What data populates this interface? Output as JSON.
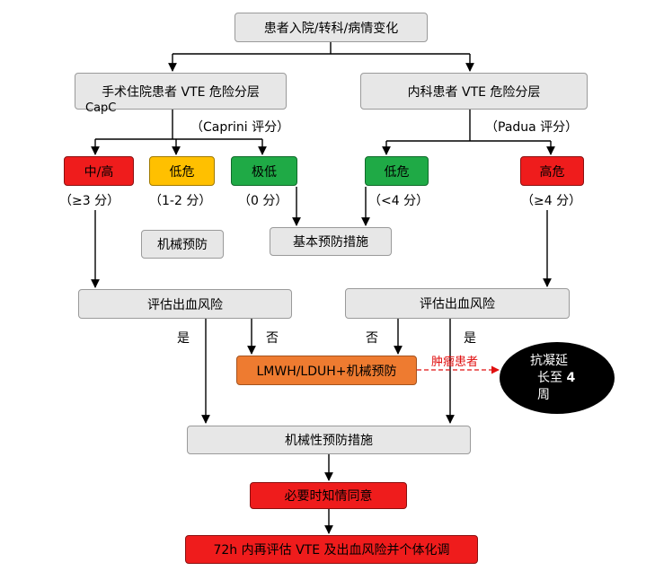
{
  "nodes": {
    "start": "患者入院/转科/病情变化",
    "surgical": "手术住院患者 VTE 危险分层",
    "capc": "CapC",
    "medical": "内科患者 VTE 危险分层",
    "caprini": "（Caprini 评分）",
    "padua": "（Padua 评分）",
    "mid_high": "中/高",
    "low_risk_s": "低危",
    "very_low": "极低",
    "low_risk_m": "低危",
    "high_risk": "高危",
    "score_ge3": "（≥3 分）",
    "score_1_2": "（1-2 分）",
    "score_0": "（0 分）",
    "score_lt4": "（<4 分）",
    "score_ge4": "（≥4 分）",
    "mech_prev": "机械预防",
    "basic_prev": "基本预防措施",
    "bleed_left": "评估出血风险",
    "bleed_right": "评估出血风险",
    "yes_left": "是",
    "no_left": "否",
    "no_right": "否",
    "yes_right": "是",
    "lmwh": "LMWH/LDUH+机械预防",
    "tumor": "肿瘤患者",
    "anticoag_line1": "抗凝延",
    "anticoag_line2": "长至",
    "anticoag_num": "4",
    "anticoag_line3": "周",
    "mech_measures": "机械性预防措施",
    "consent": "必要时知情同意",
    "reassess": "72h 内再评估 VTE 及出血风险并个体化调"
  },
  "colors": {
    "gray": "#e7e7e7",
    "red": "#ef1c1c",
    "yellow": "#ffc000",
    "green": "#1faa46",
    "orange": "#ee7b30",
    "tumor_text": "#e01010"
  }
}
